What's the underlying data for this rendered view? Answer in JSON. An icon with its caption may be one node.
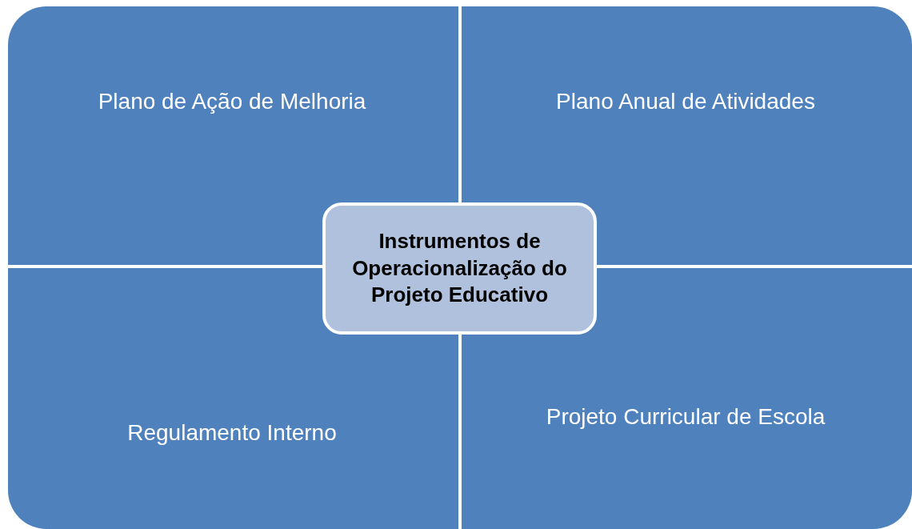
{
  "diagram": {
    "nodes": [
      {
        "text": [
          "Plano de Ação de Melhoria"
        ]
      },
      {
        "text": [
          "Plano Anual de Atividades"
        ]
      },
      {
        "text": [
          "Instrumentos de Operacionalização do Projeto Educativo"
        ]
      },
      {
        "text": [
          "Regulamento Interno"
        ]
      },
      {
        "text": [
          "Projeto Curricular de Escola"
        ]
      }
    ]
  }
}
